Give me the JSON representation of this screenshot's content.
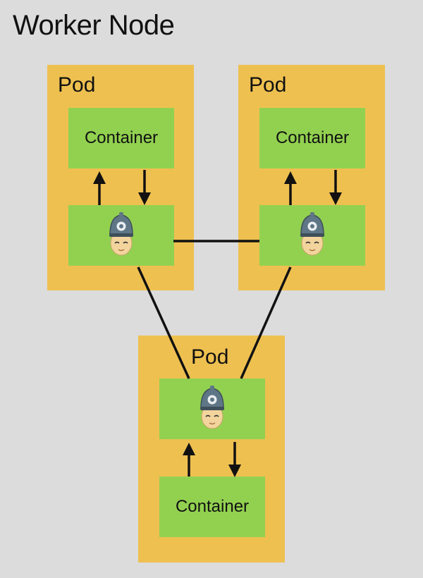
{
  "title": "Worker Node",
  "pods": [
    {
      "label": "Pod",
      "container_label": "Container",
      "proxy_icon": "police-officer-icon"
    },
    {
      "label": "Pod",
      "container_label": "Container",
      "proxy_icon": "police-officer-icon"
    },
    {
      "label": "Pod",
      "container_label": "Container",
      "proxy_icon": "police-officer-icon"
    }
  ],
  "colors": {
    "background": "#dcdcdc",
    "pod": "#eec050",
    "container": "#92d150",
    "connector": "#111111"
  }
}
